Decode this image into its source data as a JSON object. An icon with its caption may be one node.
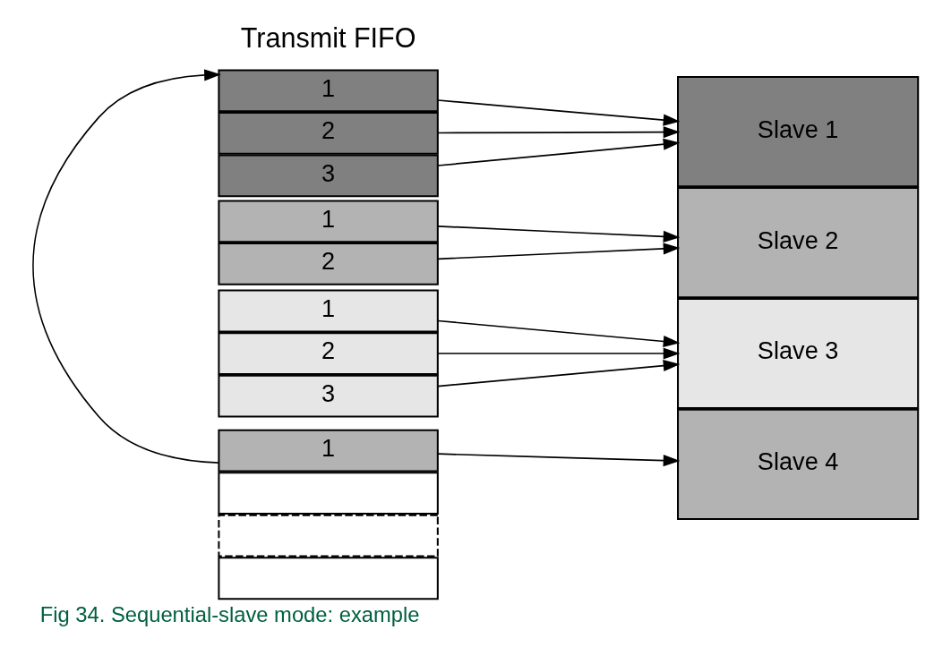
{
  "diagram": {
    "caption": "Fig 34. Sequential-slave mode: example",
    "nodes": [
      {
        "text": [
          "1"
        ]
      },
      {
        "text": [
          "2"
        ]
      },
      {
        "text": [
          "3"
        ]
      },
      {
        "text": [
          "1"
        ]
      },
      {
        "text": [
          "2"
        ]
      },
      {
        "text": [
          "1"
        ]
      },
      {
        "text": [
          "2"
        ]
      },
      {
        "text": [
          "3"
        ]
      },
      {
        "text": [
          "1"
        ]
      },
      {
        "text": [],
        "shape": "box"
      },
      {
        "text": [],
        "shape": "box"
      },
      {
        "text": [],
        "shape": "box"
      },
      {
        "text": [
          "Slave 1"
        ]
      },
      {
        "text": [
          "Slave 2"
        ]
      },
      {
        "text": [
          "Slave 3"
        ]
      },
      {
        "text": [
          "Slave 4"
        ]
      }
    ],
    "edges": [
      {
        "from": 0,
        "to": 12,
        "arrow": "to"
      },
      {
        "from": 1,
        "to": 12,
        "arrow": "to"
      },
      {
        "from": 2,
        "to": 12,
        "arrow": "to"
      },
      {
        "from": 3,
        "to": 13,
        "arrow": "to"
      },
      {
        "from": 4,
        "to": 13,
        "arrow": "to"
      },
      {
        "from": 5,
        "to": 14,
        "arrow": "to"
      },
      {
        "from": 6,
        "to": 14,
        "arrow": "to"
      },
      {
        "from": 7,
        "to": 14,
        "arrow": "to"
      },
      {
        "from": 8,
        "to": 15,
        "arrow": "to"
      },
      {
        "from": 8,
        "to": 0,
        "arrow": "to"
      }
    ],
    "labels": [
      "Transmit FIFO"
    ]
  }
}
